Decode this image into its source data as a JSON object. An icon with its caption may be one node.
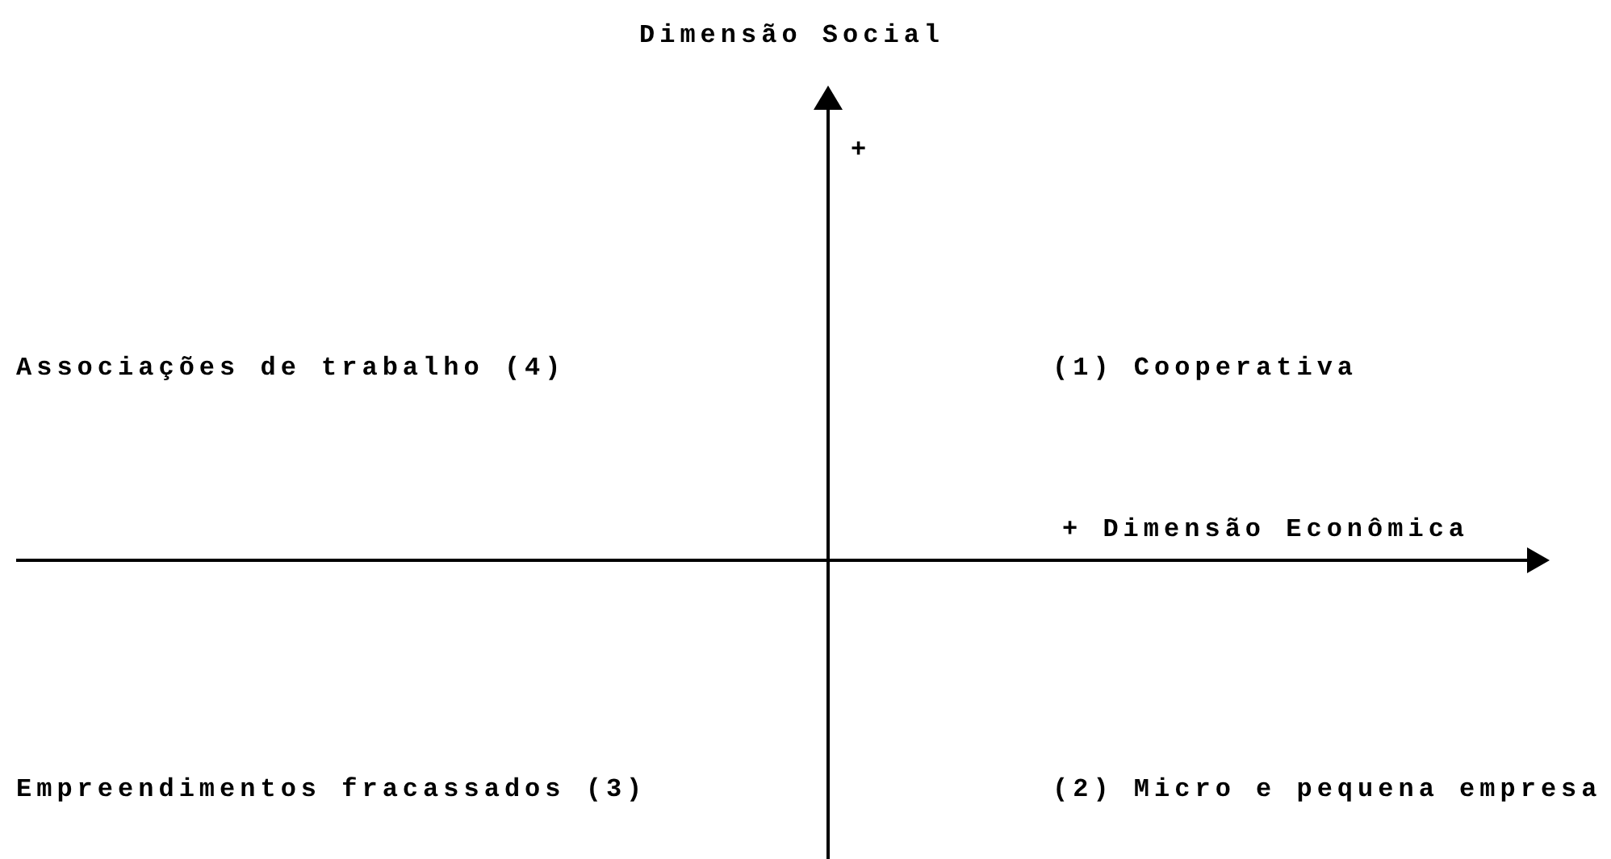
{
  "diagram": {
    "labels": [
      "Dimensão Social",
      "+",
      "Associações de trabalho (4)",
      "(1) Cooperativa",
      "+ Dimensão Econômica",
      "Empreendimentos fracassados (3)",
      "(2) Micro e pequena empresa"
    ]
  }
}
